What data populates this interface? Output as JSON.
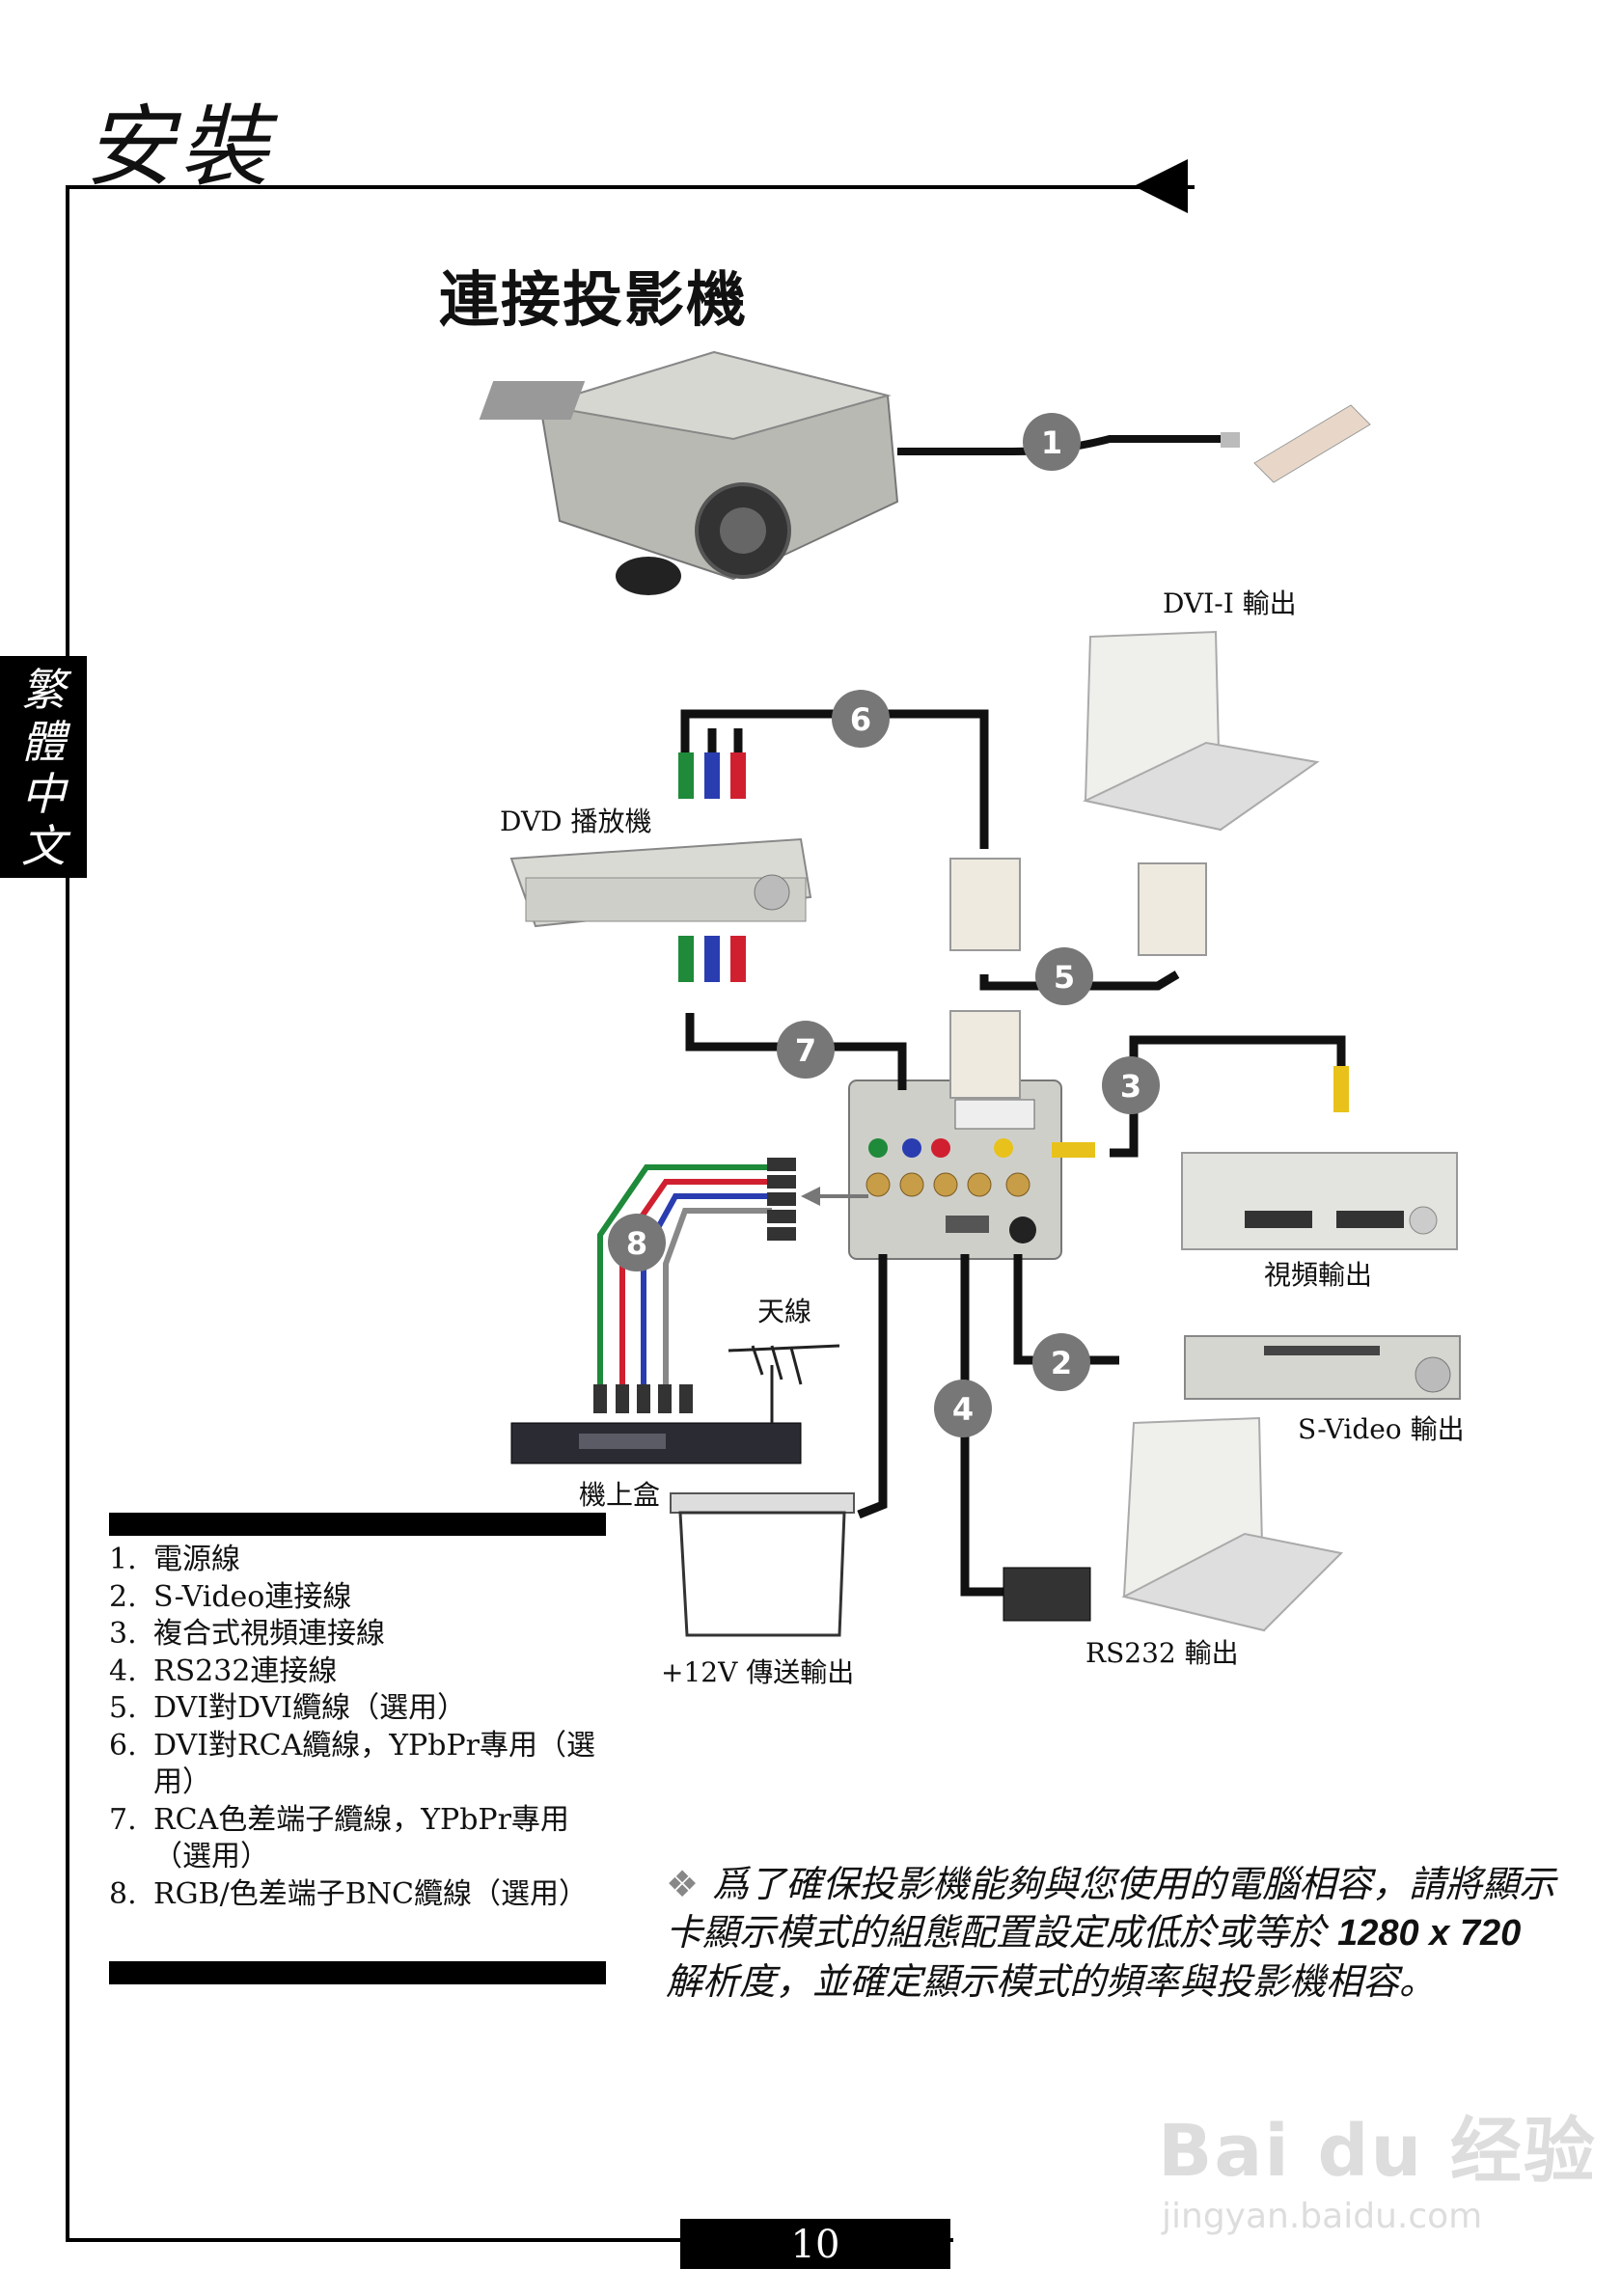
{
  "header": {
    "title": "安裝"
  },
  "side_tab": {
    "chars": [
      "繁",
      "體",
      "中",
      "文"
    ]
  },
  "section": {
    "title": "連接投影機"
  },
  "device_labels": {
    "dvi_output": "DVI-I 輸出",
    "dvd_player": "DVD 播放機",
    "video_output": "視頻輸出",
    "antenna": "天線",
    "svideo_output": "S-Video 輸出",
    "set_top_box": "機上盒",
    "trigger_12v": "+12V 傳送輸出",
    "rs232_output": "RS232 輸出"
  },
  "callouts": [
    "1",
    "2",
    "3",
    "4",
    "5",
    "6",
    "7",
    "8"
  ],
  "legend": {
    "items": [
      {
        "num": "1.",
        "text": "電源線"
      },
      {
        "num": "2.",
        "text": "S-Video連接線"
      },
      {
        "num": "3.",
        "text": "複合式視頻連接線"
      },
      {
        "num": "4.",
        "text": "RS232連接線"
      },
      {
        "num": "5.",
        "text": "DVI對DVI纜線（選用）"
      },
      {
        "num": "6.",
        "text": "DVI對RCA纜線，YPbPr專用（選用）"
      },
      {
        "num": "7.",
        "text": "RCA色差端子纜線，YPbPr專用（選用）"
      },
      {
        "num": "8.",
        "text": "RGB/色差端子BNC纜線（選用）"
      }
    ]
  },
  "note": {
    "bullet": "❖",
    "text_before": "爲了確保投影機能夠與您使用的電腦相容，請將顯示卡顯示模式的組態配置設定成低於或等於 ",
    "resolution": "1280 x 720",
    "text_after": " 解析度，並確定顯示模式的頻率與投影機相容。"
  },
  "footer": {
    "page_number": "10"
  },
  "watermark": {
    "main": "Bai du 经验",
    "sub": "jingyan.baidu.com"
  },
  "colors": {
    "cable": "#111111",
    "callout": "#777777",
    "device": "#e8e8e4",
    "accent_green": "#1e8a3a",
    "accent_blue": "#2a3db0",
    "accent_red": "#d02030",
    "accent_yellow": "#e8c21a"
  }
}
